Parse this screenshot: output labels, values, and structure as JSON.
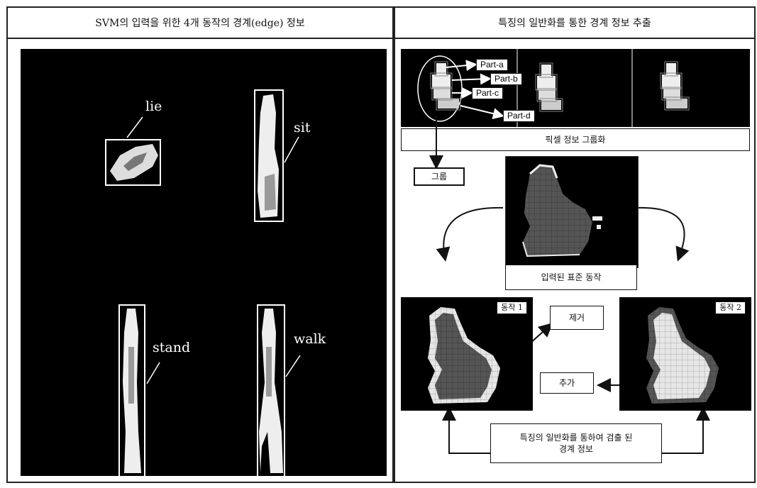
{
  "left_panel": {
    "title": "SVM의 입력을 위한 4개 동작의 경계(edge) 정보",
    "labels": {
      "lie": "lie",
      "sit": "sit",
      "stand": "stand",
      "walk": "walk"
    }
  },
  "right_panel": {
    "title": "특징의 일반화를 통한 경계 정보 추출",
    "parts": [
      "Part-a",
      "Part-b",
      "Part-c",
      "Part-d"
    ],
    "pixel_grouping": "픽셀 정보 그룹화",
    "group_label": "그룹",
    "standard_label": "입력된 표준 동작",
    "action1": "동작 1",
    "action2": "동작 2",
    "remove": "제거",
    "add": "추가",
    "result_line1": "특징의 일반화를 통하여 검출 된",
    "result_line2": "경계 정보"
  },
  "colors": {
    "grid_dark": "#555555",
    "grid_light": "#e6e6e6",
    "background": "#000000"
  }
}
